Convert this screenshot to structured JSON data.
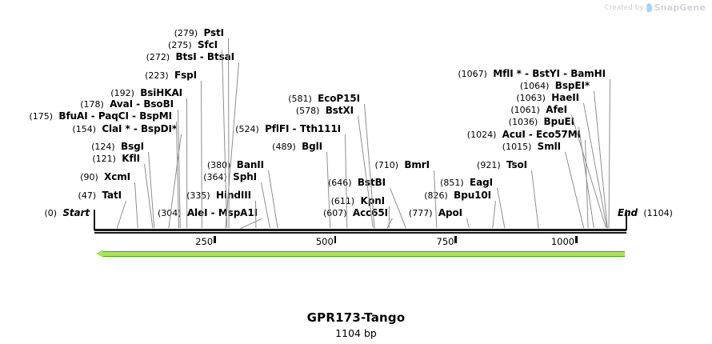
{
  "watermark": {
    "made_by": "Created by",
    "brand": "SnapGene",
    "logo_icon": "snapgene-leaf-icon"
  },
  "sequence": {
    "name": "GPR173-Tango",
    "length_label": "1104 bp",
    "length_bp": 1104,
    "start_label": "Start",
    "start_pos": "(0)",
    "end_label": "End",
    "end_pos": "(1104)"
  },
  "ruler": {
    "ticks": [
      "250",
      "500",
      "750",
      "1000"
    ],
    "tick_values": [
      250,
      500,
      750,
      1000
    ]
  },
  "orf_arrow": {
    "direction": "left",
    "fill_color": "#a4e85a",
    "edge_color": "#4a9c14"
  },
  "sites": [
    {
      "pos": "(279)",
      "bp": 279,
      "names": [
        "PstI"
      ]
    },
    {
      "pos": "(275)",
      "bp": 275,
      "names": [
        "SfcI"
      ]
    },
    {
      "pos": "(272)",
      "bp": 272,
      "names": [
        "BtsI",
        "BtsaI"
      ]
    },
    {
      "pos": "(223)",
      "bp": 223,
      "names": [
        "FspI"
      ]
    },
    {
      "pos": "(192)",
      "bp": 192,
      "names": [
        "BsiHKAI"
      ]
    },
    {
      "pos": "(178)",
      "bp": 178,
      "names": [
        "AvaI",
        "BsoBI"
      ]
    },
    {
      "pos": "(175)",
      "bp": 175,
      "names": [
        "BfuAI",
        "PaqCI",
        "BspMI"
      ]
    },
    {
      "pos": "(154)",
      "bp": 154,
      "names": [
        "ClaI *",
        "BspDI*"
      ]
    },
    {
      "pos": "(124)",
      "bp": 124,
      "names": [
        "BsgI"
      ]
    },
    {
      "pos": "(121)",
      "bp": 121,
      "names": [
        "KflI"
      ]
    },
    {
      "pos": "(90)",
      "bp": 90,
      "names": [
        "XcmI"
      ]
    },
    {
      "pos": "(47)",
      "bp": 47,
      "names": [
        "TatI"
      ]
    },
    {
      "pos": "(304)",
      "bp": 304,
      "names": [
        "AleI",
        "MspA1I"
      ]
    },
    {
      "pos": "(335)",
      "bp": 335,
      "names": [
        "HindIII"
      ]
    },
    {
      "pos": "(364)",
      "bp": 364,
      "names": [
        "SphI"
      ]
    },
    {
      "pos": "(380)",
      "bp": 380,
      "names": [
        "BanII"
      ]
    },
    {
      "pos": "(489)",
      "bp": 489,
      "names": [
        "BglI"
      ]
    },
    {
      "pos": "(524)",
      "bp": 524,
      "names": [
        "PflFI",
        "Tth111I"
      ]
    },
    {
      "pos": "(578)",
      "bp": 578,
      "names": [
        "BstXI"
      ]
    },
    {
      "pos": "(581)",
      "bp": 581,
      "names": [
        "EcoP15I"
      ]
    },
    {
      "pos": "(607)",
      "bp": 607,
      "names": [
        "Acc65I"
      ]
    },
    {
      "pos": "(611)",
      "bp": 611,
      "names": [
        "KpnI"
      ]
    },
    {
      "pos": "(646)",
      "bp": 646,
      "names": [
        "BstBI"
      ]
    },
    {
      "pos": "(710)",
      "bp": 710,
      "names": [
        "BmrI"
      ]
    },
    {
      "pos": "(777)",
      "bp": 777,
      "names": [
        "ApoI"
      ]
    },
    {
      "pos": "(826)",
      "bp": 826,
      "names": [
        "Bpu10I"
      ]
    },
    {
      "pos": "(851)",
      "bp": 851,
      "names": [
        "EagI"
      ]
    },
    {
      "pos": "(921)",
      "bp": 921,
      "names": [
        "TsoI"
      ]
    },
    {
      "pos": "(1015)",
      "bp": 1015,
      "names": [
        "SmlI"
      ]
    },
    {
      "pos": "(1024)",
      "bp": 1024,
      "names": [
        "AcuI",
        "Eco57MI"
      ]
    },
    {
      "pos": "(1036)",
      "bp": 1036,
      "names": [
        "BpuEI"
      ]
    },
    {
      "pos": "(1061)",
      "bp": 1061,
      "names": [
        "AfeI"
      ]
    },
    {
      "pos": "(1063)",
      "bp": 1063,
      "names": [
        "HaeII"
      ]
    },
    {
      "pos": "(1064)",
      "bp": 1064,
      "names": [
        "BspEI*"
      ]
    },
    {
      "pos": "(1067)",
      "bp": 1067,
      "names": [
        "MflI *",
        "BstYI",
        "BamHI"
      ]
    }
  ]
}
